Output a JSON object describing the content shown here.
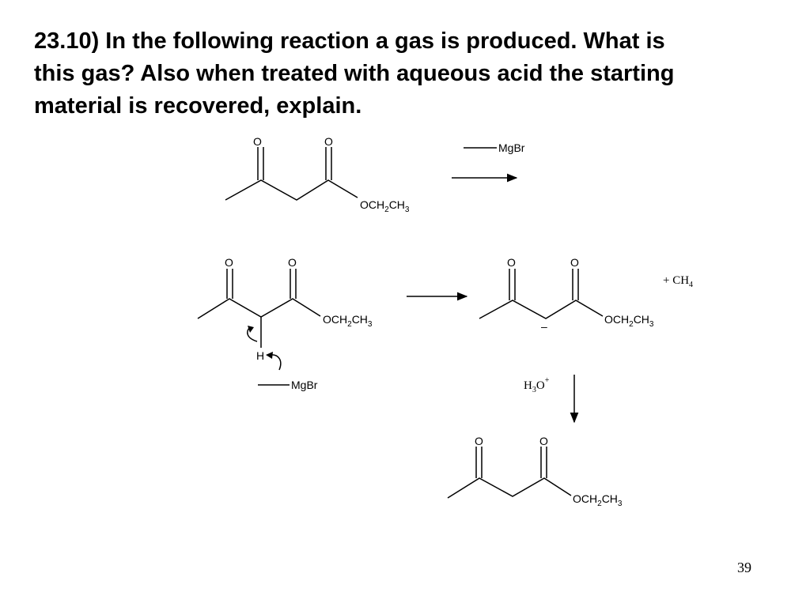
{
  "question": {
    "lines": [
      "23.10)  In the following reaction a gas is produced.  What is",
      "this gas?  Also when treated with aqueous acid the starting",
      "material is recovered, explain."
    ]
  },
  "atoms": {
    "oxygen": "O",
    "hydrogen": "H",
    "ester_o": "OCH",
    "ester_sub2": "2",
    "ester_ch": "CH",
    "ester_sub3": "3",
    "mgbr": "MgBr",
    "minus": "–"
  },
  "byproduct": {
    "text": "+ CH",
    "sub": "4"
  },
  "acid": {
    "h": "H",
    "sub": "3",
    "o": "O",
    "sup": "+"
  },
  "page_number": "39"
}
